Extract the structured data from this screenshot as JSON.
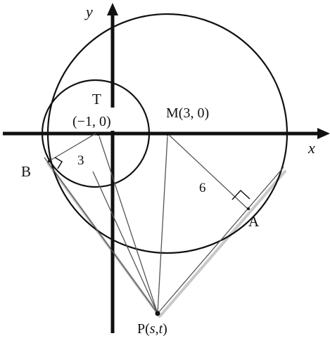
{
  "axes": {
    "x_label": "x",
    "y_label": "y"
  },
  "labels": {
    "T": "T",
    "T_coord": "(−1, 0)",
    "M": "M(3, 0)",
    "B": "B",
    "A": "A",
    "radius_small": "3",
    "radius_large": "6",
    "P_prefix": "P(",
    "P_s": "s",
    "P_comma": ",",
    "P_t": "t",
    "P_suffix": ")"
  },
  "colors": {
    "ink": "#111111",
    "thin_line": "#555555",
    "shadow": "#c8c8c8",
    "label_bg": "#ffffff"
  }
}
